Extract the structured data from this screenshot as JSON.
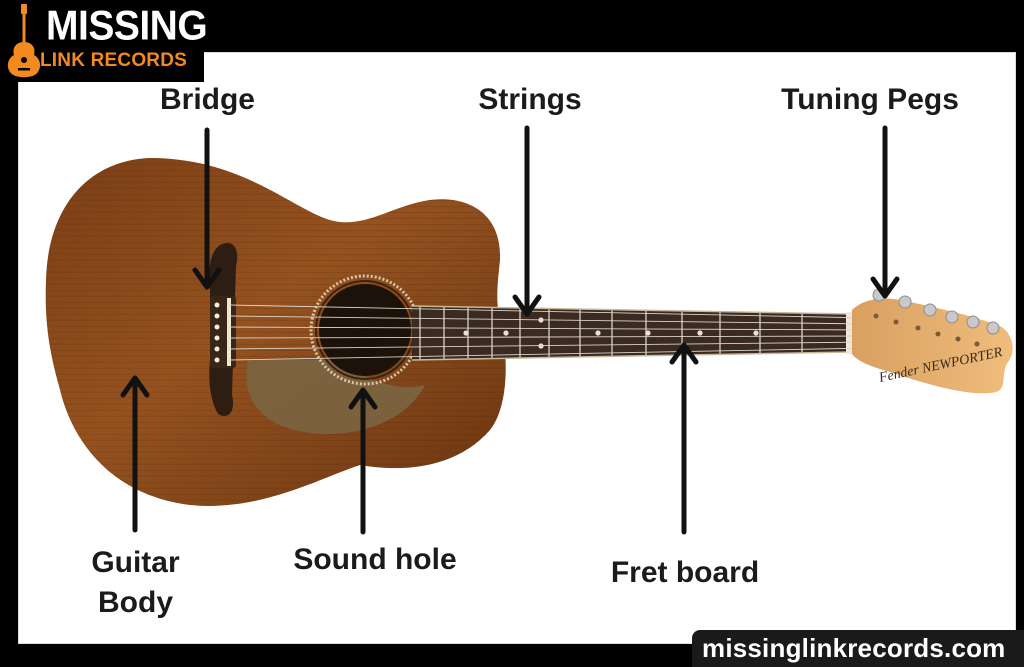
{
  "logo": {
    "line1": "MISSING",
    "line2": "LINK RECORDS",
    "icon": "guitar-icon",
    "accent_color": "#f28a1f"
  },
  "labels": {
    "bridge": "Bridge",
    "strings": "Strings",
    "tuning_pegs": "Tuning Pegs",
    "guitar_body_line1": "Guitar",
    "guitar_body_line2": "Body",
    "sound_hole": "Sound hole",
    "fret_board": "Fret board"
  },
  "headstock_brand": "Fender NEWPORTER",
  "footer": {
    "url": "missinglinkrecords.com"
  },
  "colors": {
    "body_wood": "#8a4a1c",
    "fretboard": "#3b2a22",
    "headstock": "#e2ac6a",
    "label_text": "#1b1b1b"
  }
}
